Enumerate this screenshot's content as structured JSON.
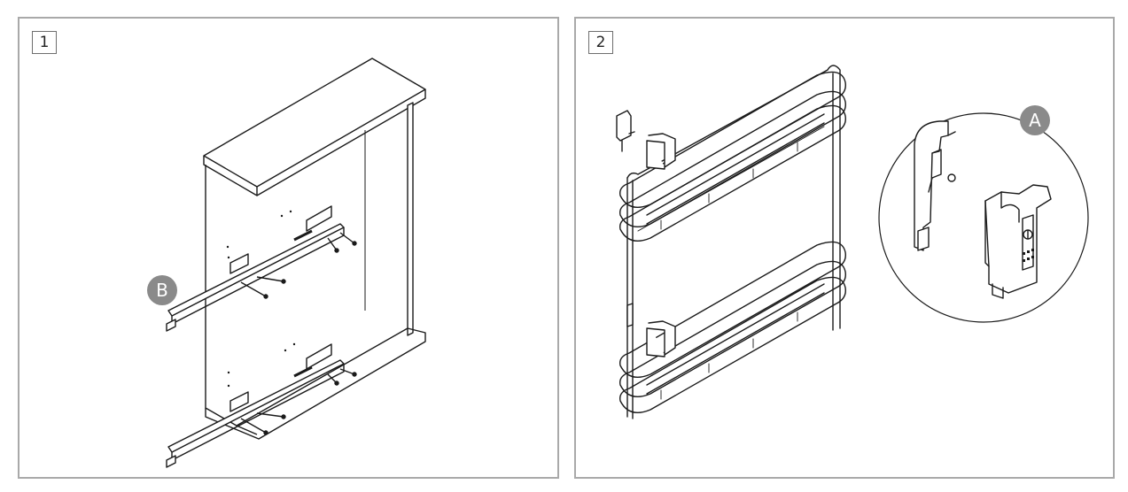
{
  "panels": [
    {
      "step_label": "1",
      "callout_label": "B"
    },
    {
      "step_label": "2",
      "callout_label": "A"
    }
  ],
  "colors": {
    "frame": "#a9a9a9",
    "line": "#1a1a1a",
    "callout": "#8a8a8a"
  }
}
